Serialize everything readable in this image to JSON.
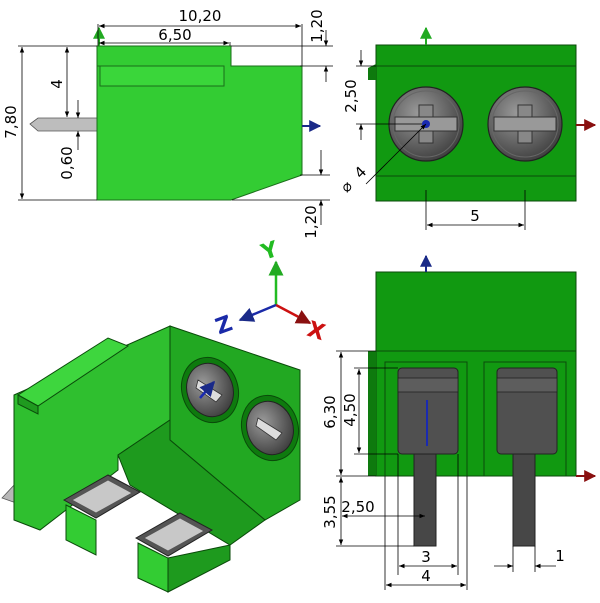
{
  "dimensions": {
    "overall_width": "10,20",
    "body_width": "6,50",
    "top_offset": "1,20",
    "height": "7,80",
    "pin_height": "4",
    "pin_thickness": "0,60",
    "bottom_offset": "1,20",
    "screw_offset": "2,50",
    "screw_diameter": "4",
    "pitch": "5",
    "pin_length": "3,55",
    "pin_offset": "2,50",
    "clamp_height": "6,30",
    "opening_height": "4,50",
    "opening_width": "3",
    "clamp_width": "4",
    "pin_width": "1"
  },
  "axes": {
    "x": "X",
    "y": "Y",
    "z": "Z"
  },
  "colors": {
    "body_light": "#33cc33",
    "body_mid": "#22aa22",
    "body_dark": "#0e7a0e",
    "body_darkest": "#0b5f0b",
    "metal": "#4a4a4a",
    "axis_x": "#cc1111",
    "axis_y": "#22bb22",
    "axis_z": "#1a2aa8"
  }
}
